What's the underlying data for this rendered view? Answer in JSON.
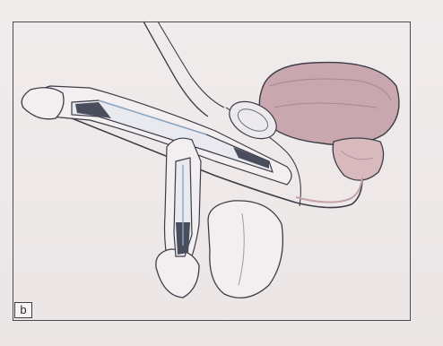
{
  "figure": {
    "panel_label": "b"
  },
  "colors": {
    "line": "#3d3c48",
    "bladder_fill": "#c9a7ae",
    "prostate_fill": "#d8b9bd",
    "implant_fill": "#e9eaef",
    "implant_shadow": "#4a4d5c",
    "tube_blue": "#8aa6c6"
  },
  "structures": [
    {
      "id": "bladder",
      "type": "organ"
    },
    {
      "id": "prostate",
      "type": "organ"
    },
    {
      "id": "symphysis",
      "type": "bone"
    },
    {
      "id": "urethra",
      "type": "tube"
    },
    {
      "id": "corpora-cylinder-upper",
      "type": "implant"
    },
    {
      "id": "corpora-cylinder-lower",
      "type": "implant"
    },
    {
      "id": "penis-glans",
      "type": "anatomy"
    },
    {
      "id": "scrotum",
      "type": "anatomy"
    },
    {
      "id": "abdominal-wall",
      "type": "anatomy"
    }
  ]
}
